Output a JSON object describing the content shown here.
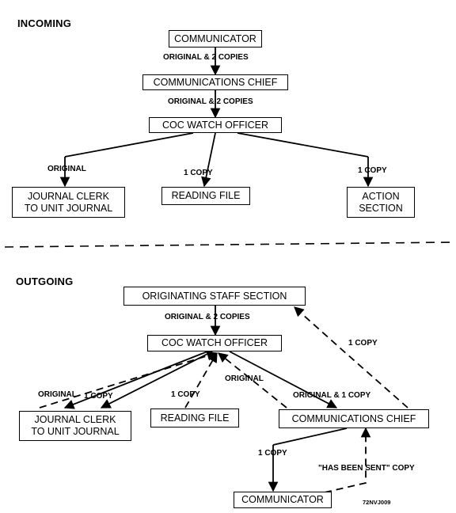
{
  "incoming": {
    "heading": "INCOMING",
    "boxes": {
      "communicator": "COMMUNICATOR",
      "communications_chief": "COMMUNICATIONS CHIEF",
      "coc_watch_officer": "COC WATCH OFFICER",
      "journal_clerk": "JOURNAL CLERK\nTO UNIT JOURNAL",
      "reading_file": "READING FILE",
      "action_section": "ACTION\nSECTION"
    },
    "labels": {
      "orig_copies_1": "ORIGINAL & 2 COPIES",
      "orig_copies_2": "ORIGINAL & 2 COPIES",
      "original": "ORIGINAL",
      "copy_reading": "1 COPY",
      "copy_action": "1 COPY"
    }
  },
  "outgoing": {
    "heading": "OUTGOING",
    "boxes": {
      "originating_staff": "ORIGINATING STAFF SECTION",
      "coc_watch_officer": "COC WATCH OFFICER",
      "journal_clerk": "JOURNAL CLERK\nTO UNIT JOURNAL",
      "reading_file": "READING FILE",
      "communications_chief": "COMMUNICATIONS CHIEF",
      "communicator": "COMMUNICATOR"
    },
    "labels": {
      "orig_copies": "ORIGINAL & 2 COPIES",
      "copy_to_staff": "1 COPY",
      "original_journal": "ORIGINAL",
      "copy_journal": "1 COPY",
      "copy_reading": "1 COPY",
      "original_return": "ORIGINAL",
      "orig_one_copy": "ORIGINAL & 1 COPY",
      "copy_communicator": "1 COPY",
      "has_been_sent": "\"HAS BEEN SENT\" COPY"
    }
  },
  "figure_code": "72NVJ009"
}
